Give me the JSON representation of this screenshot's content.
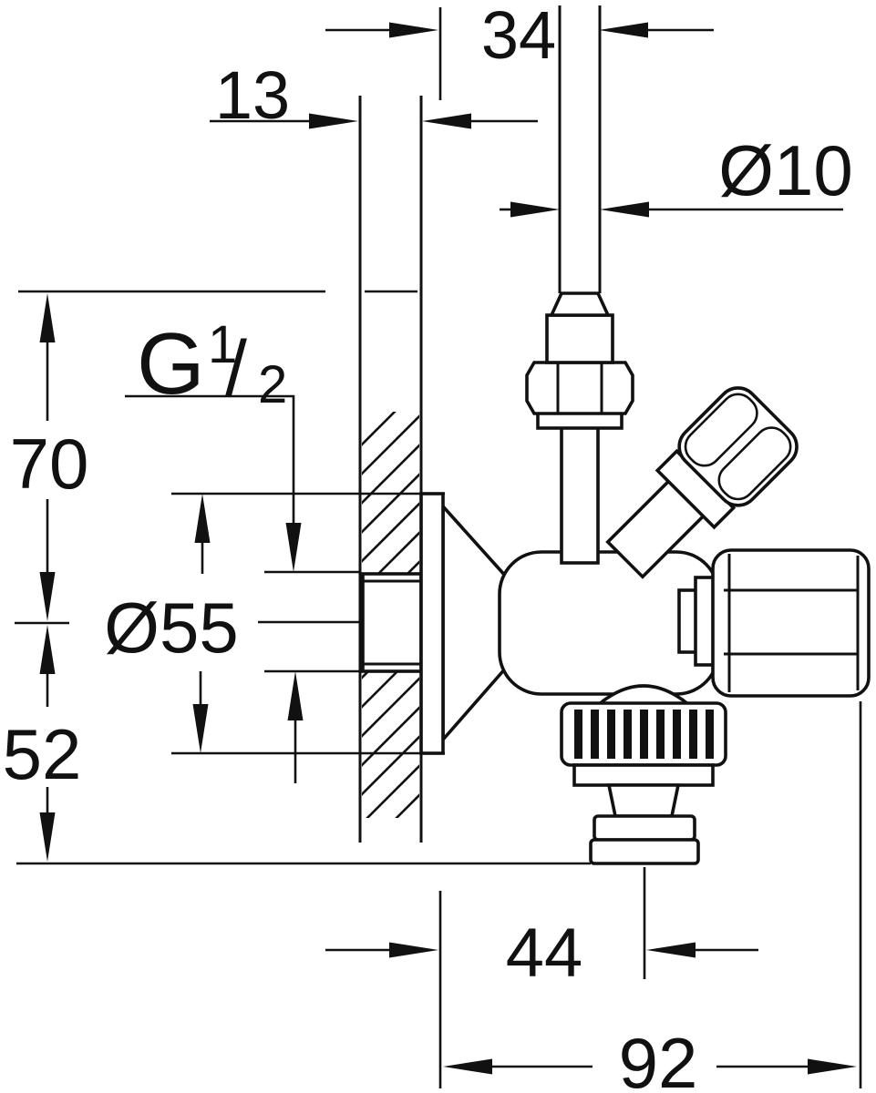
{
  "drawing": {
    "title": "Angle valve technical dimension drawing",
    "type": "engineering-line-drawing",
    "colors": {
      "line": "#111111",
      "background": "#ffffff"
    },
    "units_implied": "mm",
    "labels": {
      "wall_to_pipe_axis": "34",
      "wall_thickness": "13",
      "pipe_diameter": "Ø10",
      "thread_letter": "G",
      "thread_numerator": "1",
      "thread_slash": "/",
      "thread_denominator": "2",
      "upper_height": "70",
      "rosette_diameter": "Ø55",
      "lower_height": "52",
      "outlet_axis_offset": "44",
      "total_projection": "92"
    }
  }
}
